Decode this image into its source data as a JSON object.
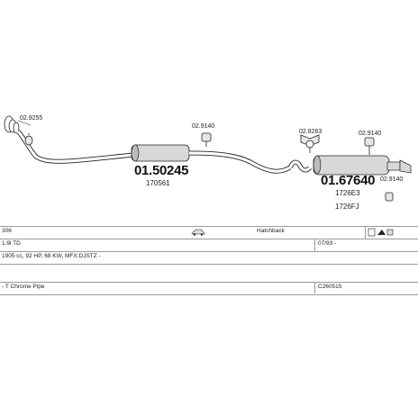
{
  "parts": {
    "clamp_left": "02.9255",
    "clamp_mid": "02.9140",
    "clamp_right_top": "02.9140",
    "clamp_right_low": "02.9140",
    "center_kit": "02.8263",
    "mid_silencer_code": "01.50245",
    "mid_silencer_oe": "170561",
    "rear_silencer_code": "01.67640",
    "rear_silencer_oe1": "1726E3",
    "rear_silencer_oe2": "1726FJ"
  },
  "info": {
    "model": "306",
    "body_icon": "car-body-icon",
    "body_type": "Hatchback",
    "engine": "1.9l TD",
    "date_from": "07/93 -",
    "spec": "1905 cc, 92 HP, 68 KW, MFX:DJSTZ -",
    "pipe": "- T Chrome Pipe",
    "catalog_code": "C260515"
  },
  "colors": {
    "line": "#222222",
    "fill": "#d8d8d8",
    "rule": "#9a9a9a"
  }
}
